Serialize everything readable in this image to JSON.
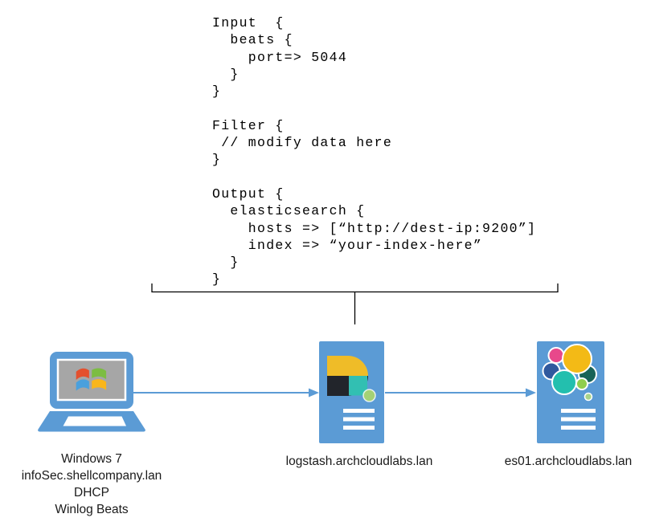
{
  "config_code": "Input  {\n  beats {\n    port=> 5044\n  }\n}\n\nFilter {\n // modify data here\n}\n\nOutput {\n  elasticsearch {\n    hosts => [“http://dest-ip:9200”]\n    index => “your-index-here”\n  }\n}",
  "nodes": {
    "windows": {
      "label_lines": [
        "Windows 7",
        "infoSec.shellcompany.lan",
        "DHCP",
        "Winlog Beats"
      ]
    },
    "logstash": {
      "label": "logstash.archcloudlabs.lan"
    },
    "elasticsearch": {
      "label": "es01.archcloudlabs.lan"
    }
  },
  "colors": {
    "accent_blue": "#5B9BD5",
    "diagram_line": "#000000",
    "screen_gray": "#A6A6A6",
    "win_red": "#E4502E",
    "win_green": "#7CBD42",
    "win_blue": "#4AA0DD",
    "win_yellow": "#F9B61C",
    "logstash_yellow": "#EFBC28",
    "logstash_dark": "#22252B",
    "logstash_teal": "#32BFB2",
    "logstash_green": "#A4D175",
    "elastic_yellow": "#F3BA16",
    "elastic_pink": "#E8488B",
    "elastic_navy": "#30599E",
    "elastic_dark_green": "#186358",
    "elastic_teal": "#23BFAE",
    "elastic_light_green": "#90CE4E",
    "elastic_dot_green": "#A9D48B"
  }
}
